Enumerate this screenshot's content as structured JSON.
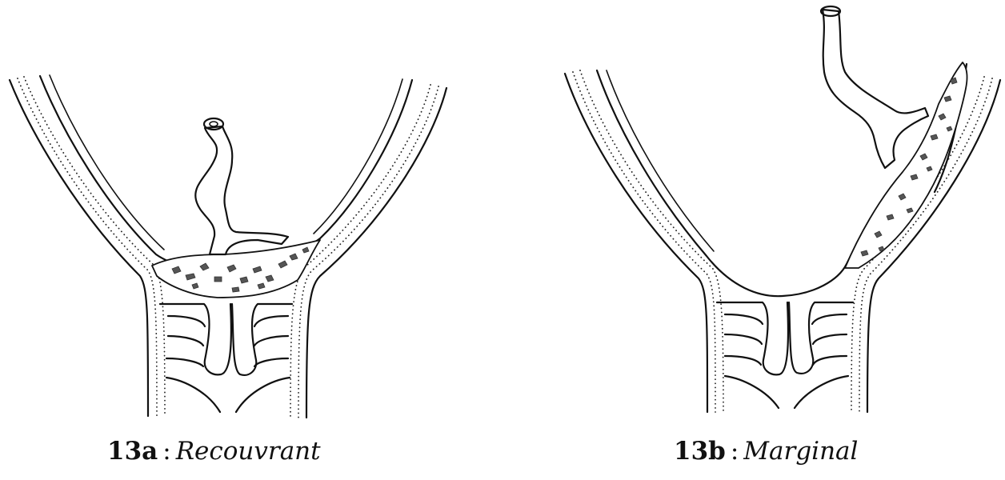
{
  "figures": [
    {
      "number": "13a",
      "separator": ":",
      "label": "Recouvrant"
    },
    {
      "number": "13b",
      "separator": ":",
      "label": "Marginal"
    }
  ]
}
